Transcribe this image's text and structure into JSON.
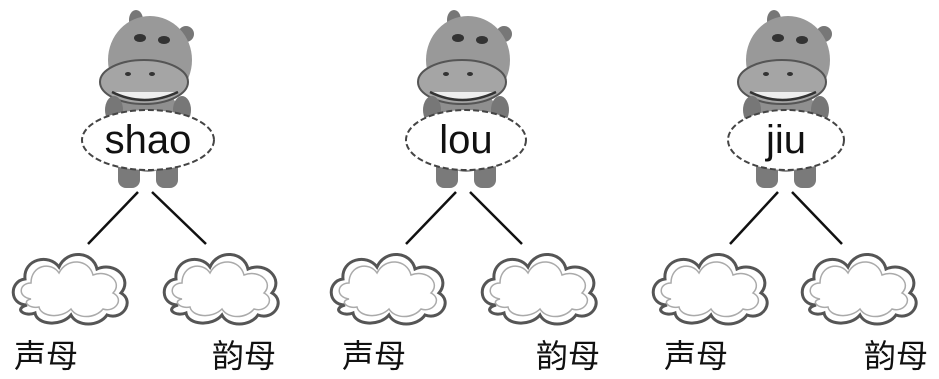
{
  "groups": [
    {
      "syllable": "shao",
      "initial_label": "声母",
      "final_label": "韵母"
    },
    {
      "syllable": "lou",
      "initial_label": "声母",
      "final_label": "韵母"
    },
    {
      "syllable": "jiu",
      "initial_label": "声母",
      "final_label": "韵母"
    }
  ],
  "icons": {
    "mascot": "hippo-icon",
    "answer_box": "cloud-icon"
  },
  "colors": {
    "hippo_body": "#8f8f8f",
    "hippo_shade": "#6e6e6e",
    "cloud_fill": "#ffffff",
    "cloud_stroke": "#555555",
    "line": "#111111"
  }
}
